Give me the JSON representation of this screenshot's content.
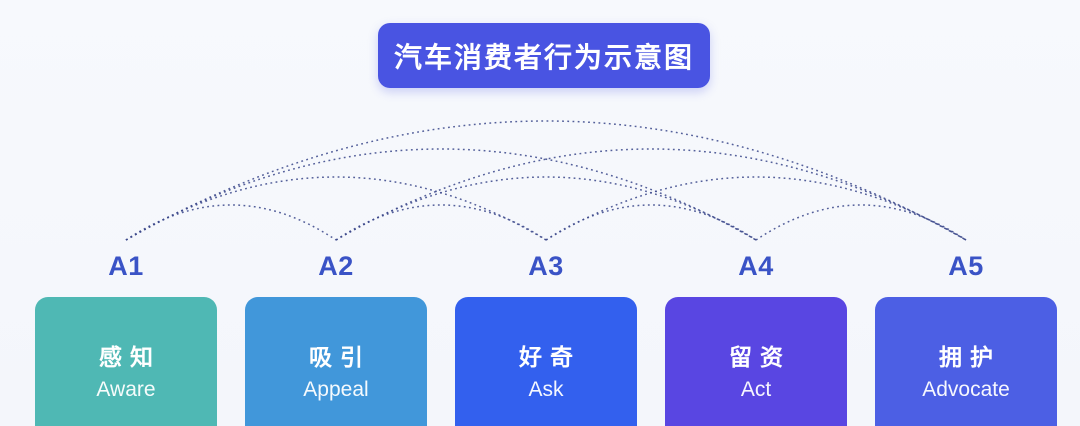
{
  "title": {
    "text": "汽车消费者行为示意图",
    "bg_color": "#4954e2"
  },
  "stages": [
    {
      "id": "A1",
      "label_zh": "感知",
      "label_en": "Aware",
      "color": "#4fb8b4"
    },
    {
      "id": "A2",
      "label_zh": "吸引",
      "label_en": "Appeal",
      "color": "#4197da"
    },
    {
      "id": "A3",
      "label_zh": "好奇",
      "label_en": "Ask",
      "color": "#3360ee"
    },
    {
      "id": "A4",
      "label_zh": "留资",
      "label_en": "Act",
      "color": "#5946e2"
    },
    {
      "id": "A5",
      "label_zh": "拥护",
      "label_en": "Advocate",
      "color": "#4c5fe4"
    }
  ],
  "stage_label_color": "#3a53c6",
  "arcs": {
    "color": "#3e4a8c",
    "style": "dotted",
    "connections": [
      [
        "A1",
        "A2"
      ],
      [
        "A1",
        "A3"
      ],
      [
        "A1",
        "A4"
      ],
      [
        "A1",
        "A5"
      ],
      [
        "A2",
        "A3"
      ],
      [
        "A2",
        "A4"
      ],
      [
        "A2",
        "A5"
      ],
      [
        "A3",
        "A4"
      ],
      [
        "A3",
        "A5"
      ],
      [
        "A4",
        "A5"
      ]
    ]
  }
}
